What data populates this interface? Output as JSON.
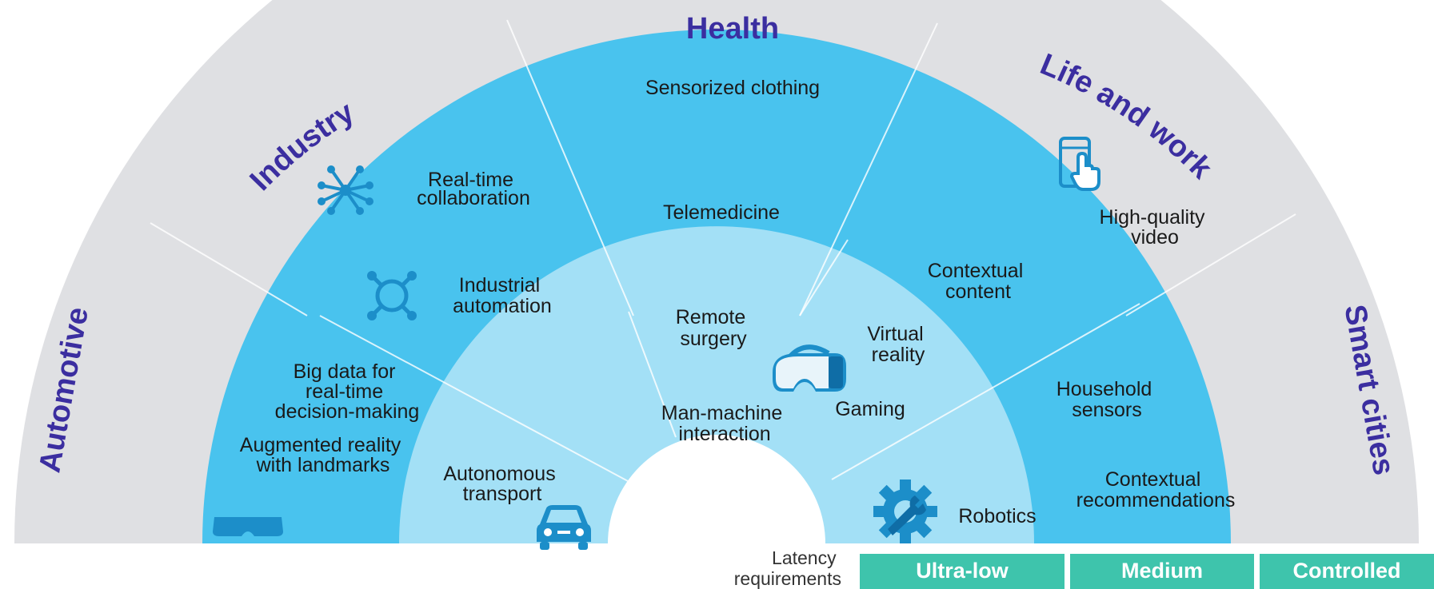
{
  "colors": {
    "outer_ring": "#dfe0e3",
    "middle_ring": "#49c3ee",
    "inner_ring": "#a3e0f6",
    "hub": "#ffffff",
    "sector_title": "#3b2ea0",
    "latency_box": "#3ec4ac",
    "icon": "#1c8ec9"
  },
  "sectors": {
    "automotive": "Automotive",
    "industry": "Industry",
    "health": "Health",
    "life_and_work": "Life and work",
    "smart_cities": "Smart cities"
  },
  "applications": {
    "sensorized_clothing": "Sensorized clothing",
    "real_time_collaboration": [
      "Real-time",
      "collaboration"
    ],
    "telemedicine": "Telemedicine",
    "high_quality_video": [
      "High-quality",
      "video"
    ],
    "industrial_automation": [
      "Industrial",
      "automation"
    ],
    "contextual_content": [
      "Contextual",
      "content"
    ],
    "big_data": [
      "Big data for",
      "real-time",
      "decision-making"
    ],
    "augmented_reality": [
      "Augmented reality",
      "with landmarks"
    ],
    "household_sensors": [
      "Household",
      "sensors"
    ],
    "contextual_recommendations": [
      "Contextual",
      "recommendations"
    ],
    "remote_surgery": [
      "Remote",
      "surgery"
    ],
    "virtual_reality": [
      "Virtual",
      "reality"
    ],
    "gaming": "Gaming",
    "man_machine_interaction": [
      "Man-machine",
      "interaction"
    ],
    "autonomous_transport": [
      "Autonomous",
      "transport"
    ],
    "robotics": "Robotics"
  },
  "latency": {
    "caption": [
      "Latency",
      "requirements"
    ],
    "levels": [
      "Ultra-low",
      "Medium",
      "Controlled"
    ]
  },
  "icons": [
    "network-hub-icon",
    "automation-nodes-icon",
    "tablet-touch-icon",
    "vr-headset-icon",
    "car-icon",
    "robotics-gear-icon",
    "ar-glasses-icon"
  ]
}
